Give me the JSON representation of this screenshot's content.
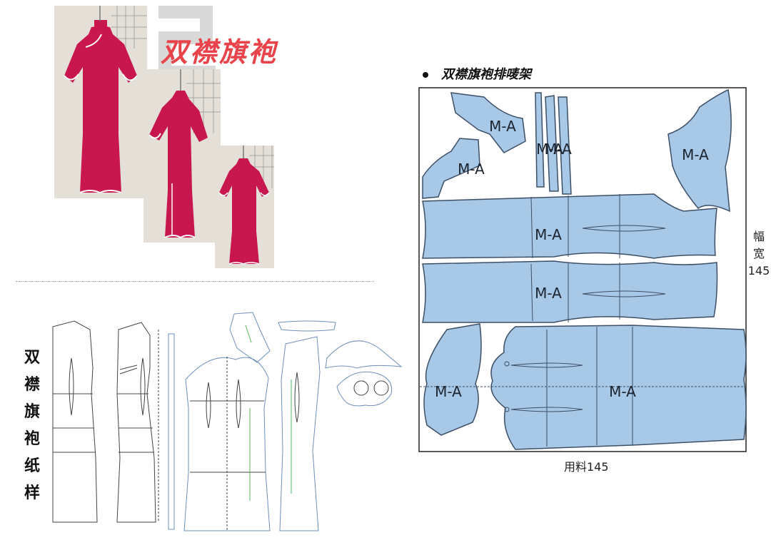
{
  "section": {
    "number": "2",
    "title": "双襟旗袍"
  },
  "photos": {
    "dress_color": "#c8174f",
    "piping_color": "#ffffff",
    "background_color": "#e7e2d8"
  },
  "patterns": {
    "vertical_label": [
      "双",
      "襟",
      "旗",
      "袍",
      "纸",
      "样"
    ]
  },
  "layout": {
    "title": "双襟旗袍排唛架",
    "piece_label": "M-A",
    "piece_fill": "#a7c8e6",
    "piece_stroke": "#3d4f66",
    "width_label": [
      "幅",
      "宽",
      "145"
    ],
    "usage_label": "用料145"
  }
}
